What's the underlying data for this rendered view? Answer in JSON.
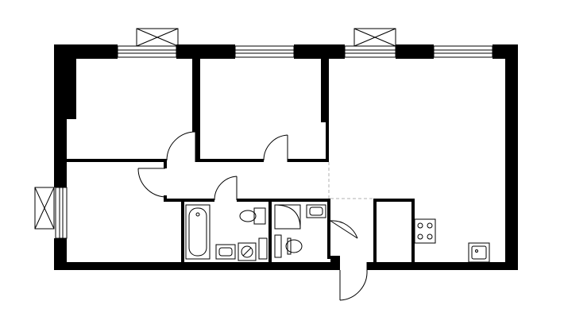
{
  "plan": {
    "wall_color": "#000000",
    "line_color": "#000000",
    "background": "#ffffff",
    "dashed_color": "#b0b0b0",
    "ac_units": 3,
    "windows": 6,
    "rooms": [
      "bedroom-top-left",
      "bedroom-top-middle",
      "living-kitchen",
      "bedroom-left",
      "bathroom",
      "toilet",
      "hall"
    ],
    "fixtures": [
      "bathtub",
      "sink",
      "toilet",
      "washing-machine",
      "shower",
      "stove",
      "kitchen-sink"
    ]
  }
}
